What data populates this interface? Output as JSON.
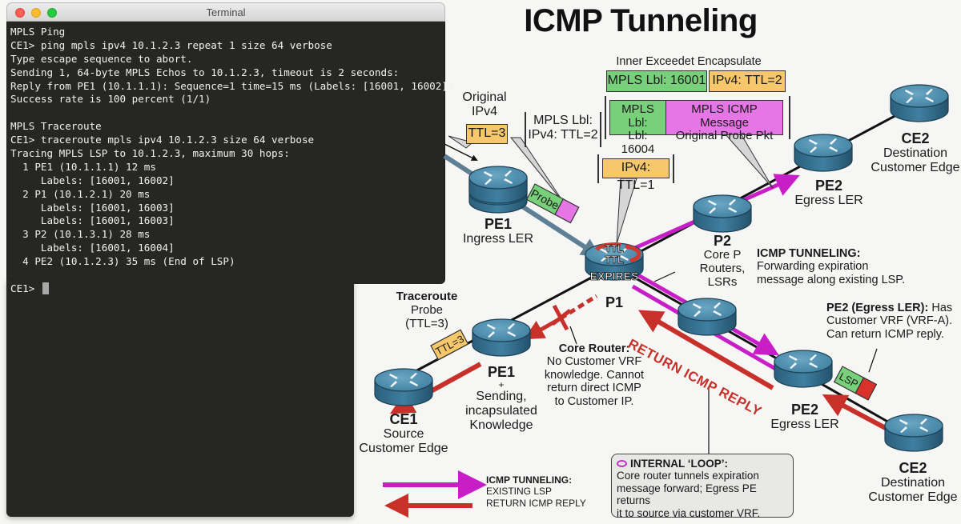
{
  "terminal": {
    "window_title": "Terminal",
    "lines": [
      "MPLS Ping",
      "CE1> ping mpls ipv4 10.1.2.3 repeat 1 size 64 verbose",
      "Type escape sequence to abort.",
      "Sending 1, 64-byte MPLS Echos to 10.1.2.3, timeout is 2 seconds:",
      "Reply from PE1 (10.1.1.1): Sequence=1 time=15 ms (Labels: [16001, 16002])",
      "Success rate is 100 percent (1/1)",
      "",
      "MPLS Traceroute",
      "CE1> traceroute mpls ipv4 10.1.2.3 size 64 verbose",
      "Tracing MPLS LSP to 10.1.2.3, maximum 30 hops:",
      "  1 PE1 (10.1.1.1) 12 ms",
      "     Labels: [16001, 16002]",
      "  2 P1 (10.1.2.1) 20 ms",
      "     Labels: [16001, 16003]",
      "     Labels: [16001, 16003]",
      "  3 P2 (10.1.3.1) 28 ms",
      "     Labels: [16001, 16004]",
      "  4 PE2 (10.1.2.3) 35 ms (End of LSP)",
      ""
    ],
    "prompt": "CE1> "
  },
  "diagram": {
    "title": "ICMP Tunneling",
    "colors": {
      "tunnel": "#c81ec8",
      "return": "#c8302a",
      "probe_path": "#5f7f95",
      "router_top": "#4f8fae",
      "router_side": "#2d6482",
      "tag_orange": "#f7c86b",
      "tag_green": "#78d07a",
      "tag_pink": "#e676e6"
    },
    "routers": {
      "pe1_top": {
        "name": "PE1",
        "role": "Ingress LER"
      },
      "p1": {
        "name": "P1",
        "overlay_lines": [
          "TTL",
          "TTL",
          "EXPIRES"
        ]
      },
      "p2": {
        "name": "P2",
        "role_lines": [
          "Core P",
          "Routers,",
          "LSRs"
        ]
      },
      "pe2_top": {
        "name": "PE2",
        "role": "Egress LER"
      },
      "ce2_top": {
        "name": "CE2",
        "role_lines": [
          "Destination",
          "Customer Edge"
        ]
      },
      "ce1": {
        "name": "CE1",
        "role_lines": [
          "Source",
          "Customer Edge"
        ]
      },
      "pe1_bottom": {
        "name": "PE1",
        "role_lines": [
          "+",
          "Sending,",
          "incapsulated",
          "Knowledge"
        ]
      },
      "pe2_bottom": {
        "name": "PE2",
        "role": "Egress LER"
      },
      "ce2_bottom": {
        "name": "CE2",
        "role_lines": [
          "Destination",
          "Customer Edge"
        ]
      }
    },
    "labels": {
      "original_ipv4": [
        "Original",
        "IPv4"
      ],
      "ttl3": "TTL=3",
      "mpls_bracket": [
        "MPLS Lbl:",
        "IPv4: TTL=2"
      ],
      "probe_tag": "Probe",
      "ipv4_ttl1": "IPv4: TTL=1",
      "inner_header": "Inner Exceedet Encapsulate",
      "inner_mpls": "MPLS Lbl: 16001",
      "inner_ipv4": "IPv4: TTL=2",
      "stack_mpls": [
        "MPLS Lbl:",
        "Lbl: 16004"
      ],
      "stack_icmp": [
        "MPLS ICMP Message",
        "Original Probe Pkt"
      ],
      "traceroute_probe_title": "Traceroute",
      "traceroute_probe_lines": [
        "Probe",
        "(TTL=3)"
      ],
      "ttl3_small": "TTL=3",
      "lsp_tag": "LSP",
      "return_icmp": "RETURN ICMP REPLY"
    },
    "notes": {
      "tunneling_title": "ICMP TUNNELING:",
      "tunneling_body": [
        "Forwarding expiration",
        "message along existing LSP."
      ],
      "core_title": "Core Router:",
      "core_body": [
        "No Customer VRF",
        "knowledge. Cannot",
        "return direct ICMP",
        "to Customer IP."
      ],
      "pe2_title": "PE2 (Egress LER):",
      "pe2_body_first": " Has",
      "pe2_body": [
        "Customer VRF (VRF-A).",
        "Can return ICMP reply."
      ],
      "loop_title": "INTERNAL ‘LOOP’:",
      "loop_body": [
        "Core router tunnels expiration",
        "message forward; Egress PE returns",
        "it to source via customer VRF."
      ]
    },
    "legend": [
      {
        "title": "ICMP TUNNELING:",
        "label": "EXISTING LSP",
        "color": "#c81ec8",
        "direction": "right"
      },
      {
        "title": "",
        "label": "RETURN ICMP REPLY",
        "color": "#c8302a",
        "direction": "left"
      }
    ]
  }
}
